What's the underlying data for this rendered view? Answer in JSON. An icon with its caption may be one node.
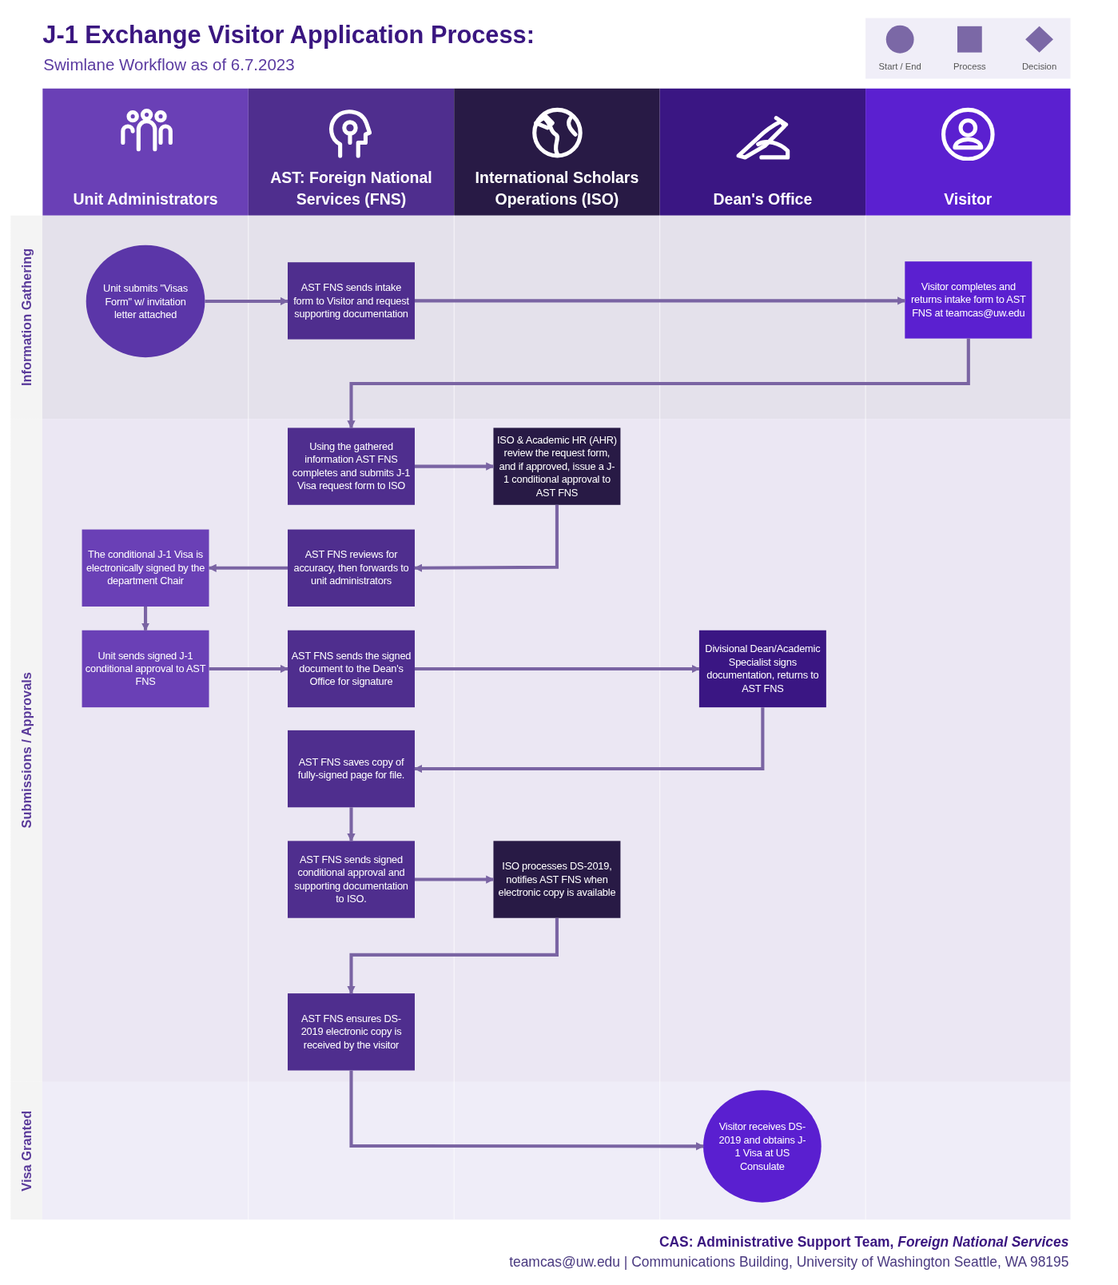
{
  "diagram": {
    "title": "J-1 Exchange Visitor Application Process:",
    "nodes": [
      {
        "text": [
          "Unit Administrators"
        ]
      },
      {
        "text": [
          "AST: Foreign National Services (FNS)"
        ]
      },
      {
        "text": [
          "International Scholars Operations (ISO)"
        ]
      },
      {
        "text": [
          "Dean's Office"
        ]
      },
      {
        "text": [
          "Visitor"
        ]
      },
      {
        "text": [
          "Information Gathering"
        ]
      },
      {
        "text": [
          "Unit submits \"Visas Form\" w/ invitation letter attached"
        ],
        "in": 5
      },
      {
        "text": [
          "AST FNS sends intake form to Visitor and request supporting documentation"
        ],
        "in": 5
      },
      {
        "text": [
          "Visitor completes and returns intake form to AST FNS at teamcas@uw.edu"
        ],
        "in": 5
      },
      {
        "text": [
          "Submissions / Approvals"
        ]
      },
      {
        "text": [
          "Using the gathered information AST FNS completes and submits J-1 Visa request form to ISO"
        ],
        "in": 9
      },
      {
        "text": [
          "ISO & Academic HR (AHR) review the request form, and if approved, issue a J-1 conditional approval to AST FNS"
        ],
        "in": 9
      },
      {
        "text": [
          "The conditional J-1 Visa is electronically signed by the department Chair"
        ],
        "in": 9
      },
      {
        "text": [
          "AST FNS reviews for accuracy, then forwards to unit administrators"
        ],
        "in": 9
      },
      {
        "text": [
          "Unit sends signed J-1 conditional approval to AST FNS"
        ],
        "in": 9
      },
      {
        "text": [
          "AST FNS sends the signed document to the Dean's Office for signature"
        ],
        "in": 9
      },
      {
        "text": [
          "Divisional Dean/Academic Specialist signs documentation, returns to AST FNS"
        ],
        "in": 9
      },
      {
        "text": [
          "AST FNS saves copy of fully-signed page for file."
        ],
        "in": 9
      },
      {
        "text": [
          "AST FNS sends signed conditional approval and supporting documentation to ISO."
        ],
        "in": 9
      },
      {
        "text": [
          "ISO processes DS-2019, notifies AST FNS when electronic copy is available"
        ],
        "in": 9
      },
      {
        "text": [
          "AST FNS ensures DS-2019 electronic copy is received by the visitor"
        ],
        "in": 9
      },
      {
        "text": [
          "Visa Granted"
        ]
      },
      {
        "text": [
          "Visitor receives DS-2019 and obtains J-1 Visa at US Consulate"
        ],
        "in": 21
      }
    ],
    "edges": [
      {
        "from": 6,
        "to": 7,
        "arrow": "to"
      },
      {
        "from": 7,
        "to": 8,
        "arrow": "to"
      },
      {
        "from": 8,
        "to": 10,
        "arrow": "to"
      },
      {
        "from": 10,
        "to": 11,
        "arrow": "to"
      },
      {
        "from": 11,
        "to": 13,
        "arrow": "to"
      },
      {
        "from": 13,
        "to": 12,
        "arrow": "to"
      },
      {
        "from": 12,
        "to": 14,
        "arrow": "to"
      },
      {
        "from": 14,
        "to": 15,
        "arrow": "to"
      },
      {
        "from": 15,
        "to": 16,
        "arrow": "to"
      },
      {
        "from": 16,
        "to": 17,
        "arrow": "to"
      },
      {
        "from": 17,
        "to": 18,
        "arrow": "to"
      },
      {
        "from": 18,
        "to": 19,
        "arrow": "to"
      },
      {
        "from": 19,
        "to": 20,
        "arrow": "to"
      },
      {
        "from": 20,
        "to": 22,
        "arrow": "to"
      }
    ],
    "labels": [
      "Swimlane Workflow as of 6.7.2023",
      "CAS: Administrative Support Team, *Foreign National Services*",
      "teamcas@uw.edu | Communications Building, University of Washington Seattle, WA 98195"
    ],
    "legend": [
      {
        "text": "Start / End"
      },
      {
        "text": "Process"
      },
      {
        "text": "Decision"
      }
    ]
  }
}
